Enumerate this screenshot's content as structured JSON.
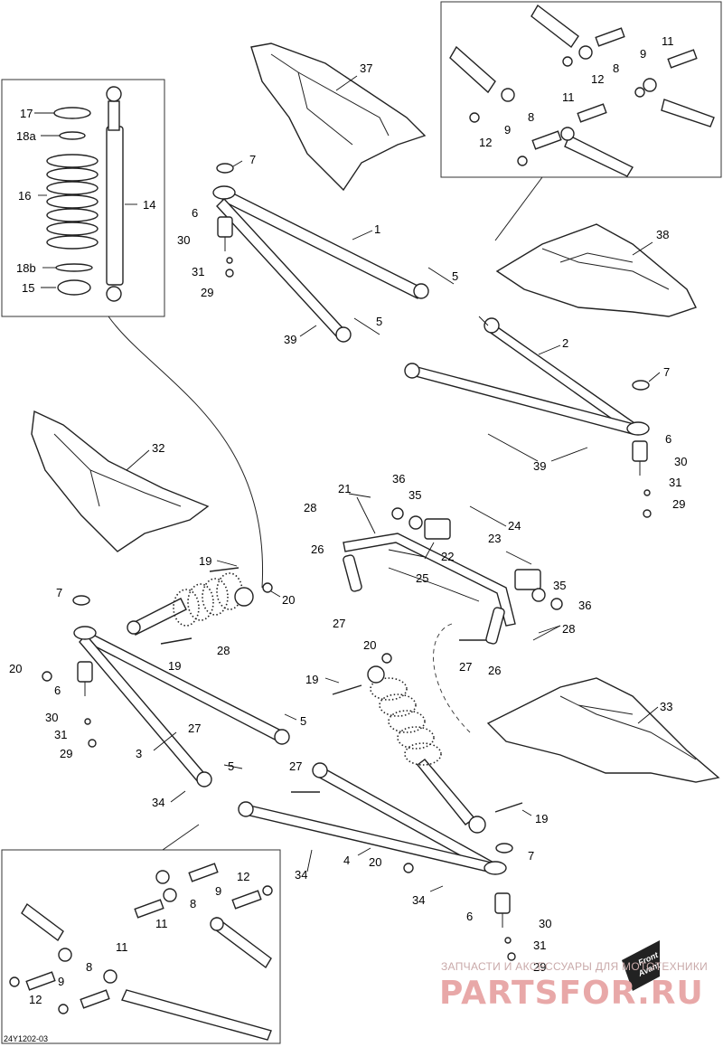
{
  "diagram_code": "24Y1202-03",
  "watermark": {
    "line1": "ЗАПЧАСТИ И АКСЕССУАРЫ ДЛЯ МОТОТЕХНИКИ",
    "logo": "PARTSFOR.RU"
  },
  "front_sign": {
    "line1": "Front",
    "line2": "Avant"
  },
  "callouts": {
    "c1": "1",
    "c2": "2",
    "c3": "3",
    "c4": "4",
    "c5": "5",
    "c6": "6",
    "c7": "7",
    "c8": "8",
    "c9": "9",
    "c11": "11",
    "c12": "12",
    "c14": "14",
    "c15": "15",
    "c16": "16",
    "c17": "17",
    "c18a": "18a",
    "c18b": "18b",
    "c19": "19",
    "c20": "20",
    "c21": "21",
    "c22": "22",
    "c23": "23",
    "c24": "24",
    "c25": "25",
    "c26": "26",
    "c27": "27",
    "c28": "28",
    "c29": "29",
    "c30": "30",
    "c31": "31",
    "c32": "32",
    "c33": "33",
    "c34": "34",
    "c35": "35",
    "c36": "36",
    "c37": "37",
    "c38": "38",
    "c39": "39"
  }
}
